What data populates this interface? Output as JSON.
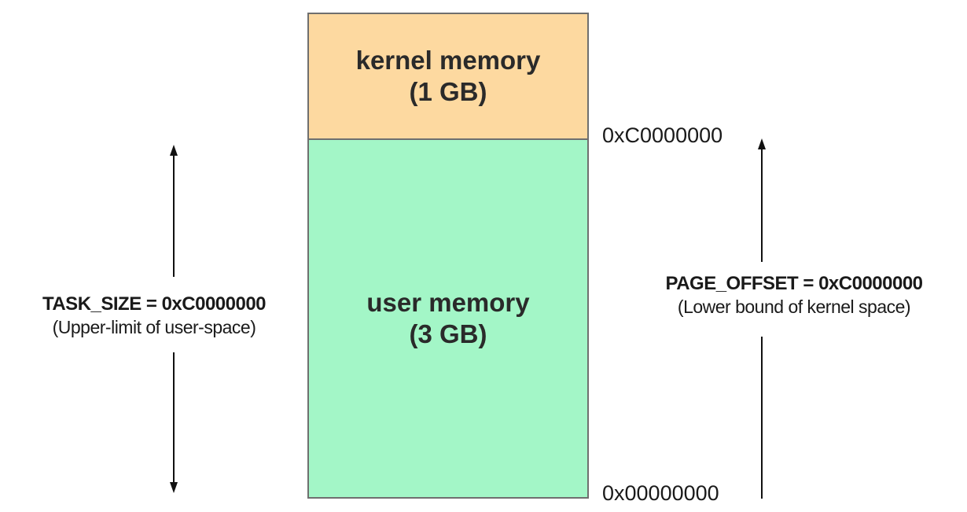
{
  "kernel": {
    "name": "kernel memory",
    "size": "(1 GB)",
    "color": "#fdd9a0"
  },
  "user": {
    "name": "user memory",
    "size": "(3 GB)",
    "color": "#a3f6c7"
  },
  "addresses": {
    "boundary": "0xC0000000",
    "base": "0x00000000"
  },
  "task_size": {
    "title": "TASK_SIZE = 0xC0000000",
    "subtitle": "(Upper-limit of user-space)"
  },
  "page_offset": {
    "title": "PAGE_OFFSET = 0xC0000000",
    "subtitle": "(Lower bound of kernel space)"
  }
}
